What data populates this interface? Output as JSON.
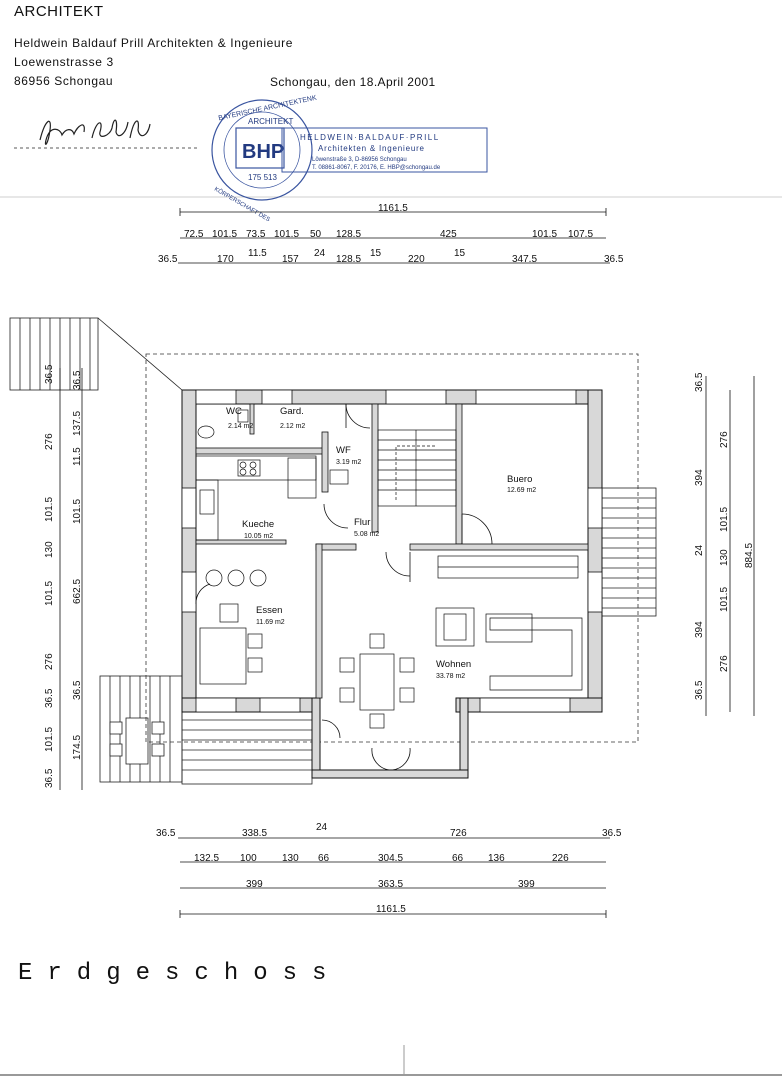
{
  "header": {
    "title": "ARCHITEKT",
    "firm": "Heldwein Baldauf Prill Architekten & Ingenieure",
    "street": "Loewenstrasse 3",
    "city": "86956 Schongau",
    "date": "Schongau, den 18.April 2001"
  },
  "stamp": {
    "round_line_top": "BAYERISCHE ARCHITEKTENK",
    "round_line_left": "KÖRPERSCHAFT DES",
    "seal_title": "ARCHITEKT",
    "seal_number": "175 513",
    "logo": "BHP",
    "firm_line_1": "HELDWEIN·BALDAUF·PRILL",
    "firm_line_2": "Architekten & Ingenieure",
    "address_line": "Löwenstraße 3, D-86956 Schongau",
    "contact_line": "T. 08861-8067, F. 20176, E. HBP@schongau.de"
  },
  "rooms": {
    "wc": {
      "name": "WC",
      "area": "2.14 m2"
    },
    "gard": {
      "name": "Gard.",
      "area": "2.12 m2"
    },
    "wf": {
      "name": "WF",
      "area": "3.19 m2"
    },
    "buero": {
      "name": "Buero",
      "area": "12.69 m2"
    },
    "kueche": {
      "name": "Kueche",
      "area": "10.05 m2"
    },
    "flur": {
      "name": "Flur",
      "area": "5.08 m2"
    },
    "essen": {
      "name": "Essen",
      "area": "11.69 m2"
    },
    "wohnen": {
      "name": "Wohnen",
      "area": "33.78 m2"
    }
  },
  "dimensions": {
    "top_total": "1161.5",
    "top_row1": [
      "72.5",
      "101.5",
      "73.5",
      "101.5",
      "50",
      "128.5",
      "425",
      "101.5",
      "107.5"
    ],
    "top_row2": [
      "36.5",
      "170",
      "11.5",
      "157",
      "24",
      "128.5",
      "15",
      "220",
      "15",
      "347.5",
      "36.5"
    ],
    "bottom_row1": [
      "36.5",
      "338.5",
      "24",
      "726",
      "36.5"
    ],
    "bottom_row2": [
      "132.5",
      "100",
      "130",
      "66",
      "304.5",
      "66",
      "136",
      "226"
    ],
    "bottom_row3": [
      "399",
      "363.5",
      "399"
    ],
    "bottom_total": "1161.5",
    "left_outer": [
      "36.5",
      "276",
      "101.5",
      "130",
      "101.5",
      "276",
      "36.5",
      "101.5",
      "36.5"
    ],
    "left_inner": [
      "36.5",
      "137.5",
      "11.5",
      "101.5",
      "662.5",
      "36.5",
      "174.5"
    ],
    "right_inner": [
      "36.5",
      "394",
      "24",
      "394",
      "36.5"
    ],
    "right_outer": [
      "276",
      "101.5",
      "130",
      "101.5",
      "276"
    ],
    "right_total": "884.5"
  },
  "floor_title": "Erdgeschoss"
}
